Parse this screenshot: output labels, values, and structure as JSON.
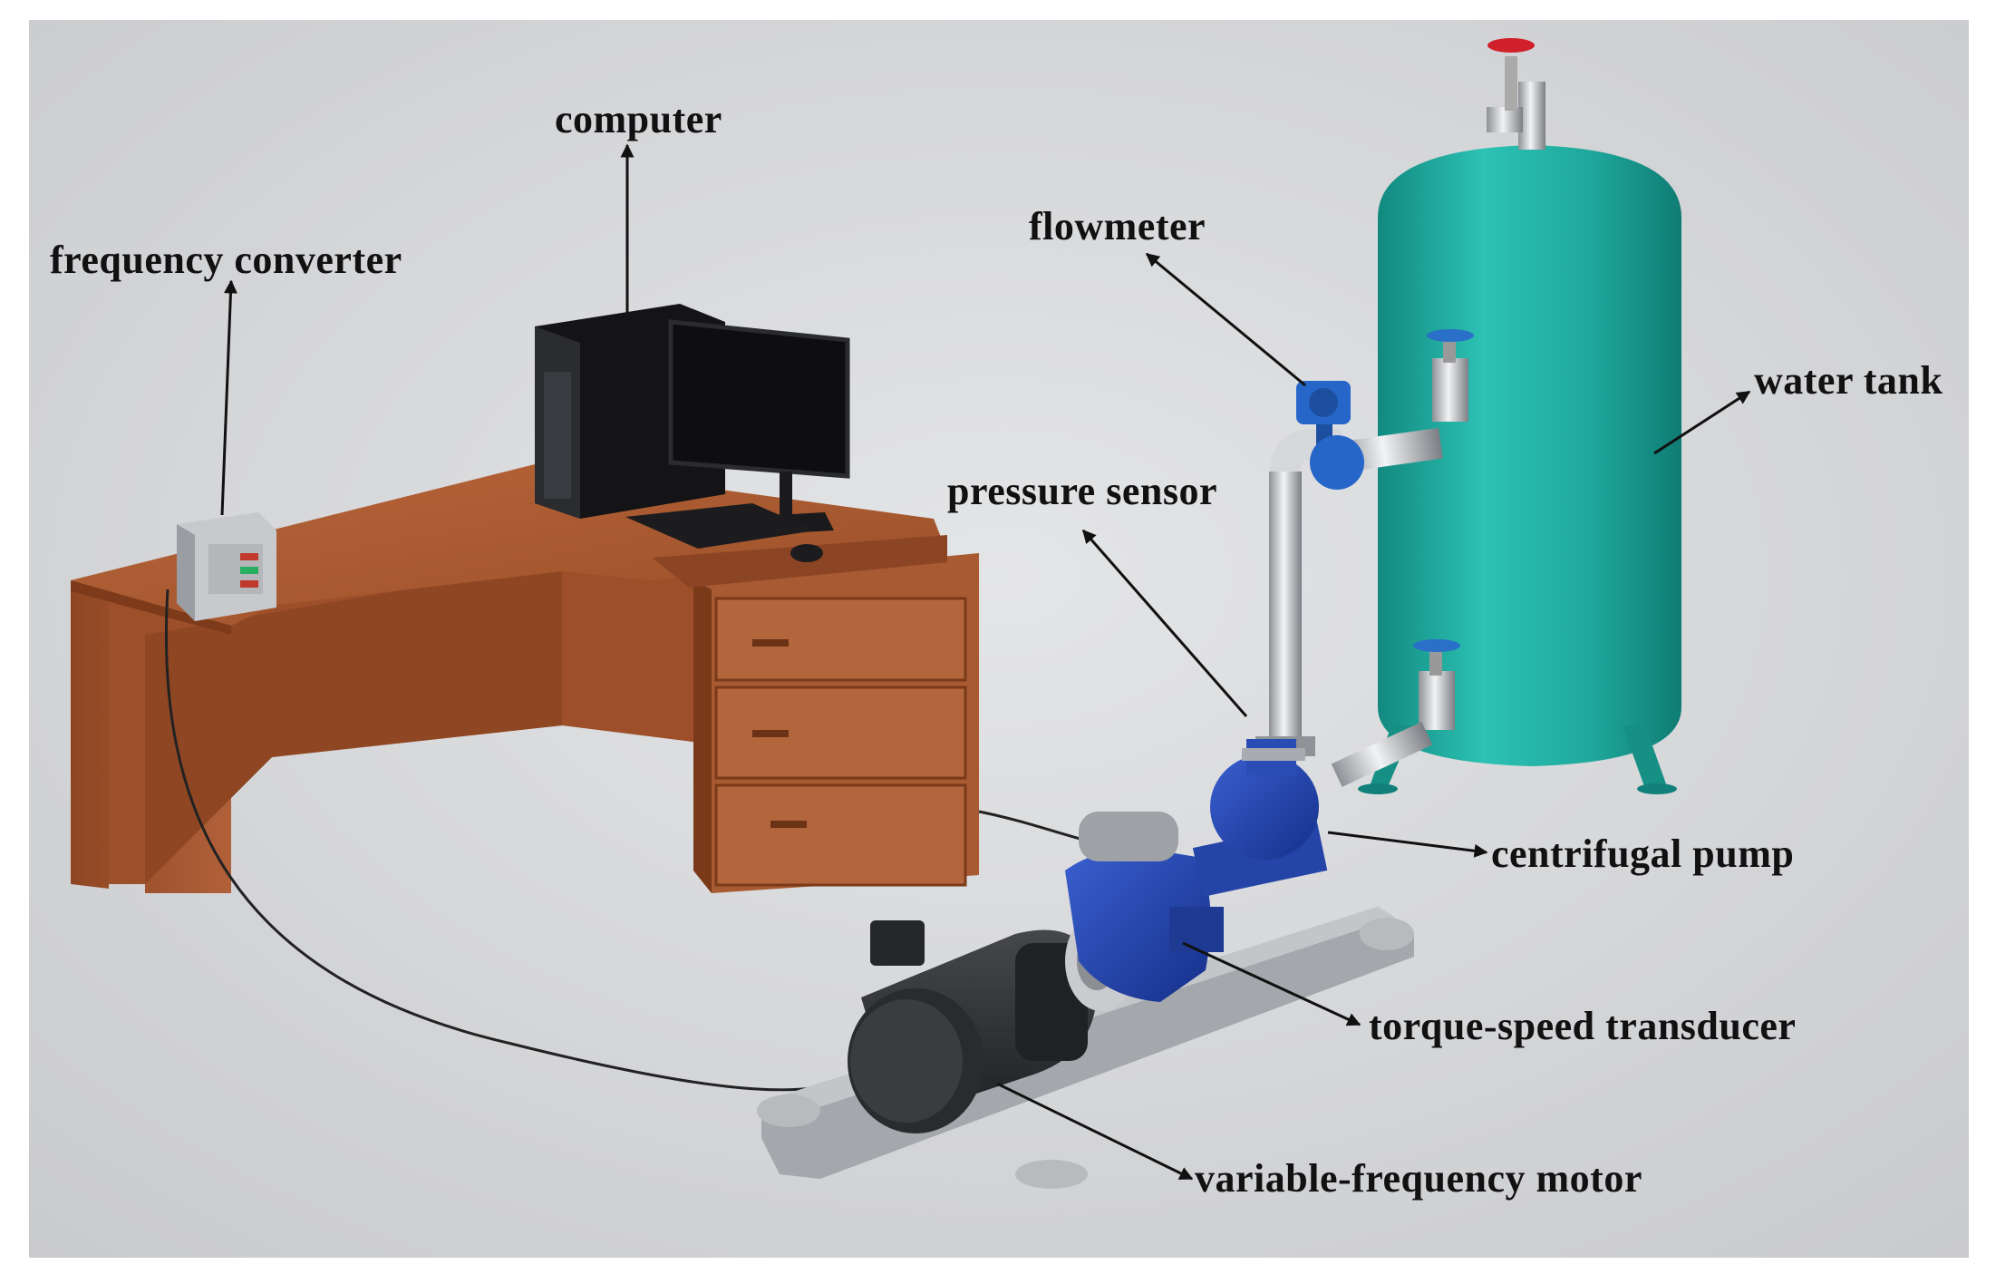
{
  "labels": {
    "computer": "computer",
    "frequency_converter": "frequency converter",
    "flowmeter": "flowmeter",
    "water_tank": "water tank",
    "pressure_sensor": "pressure sensor",
    "centrifugal_pump": "centrifugal pump",
    "torque_speed_transducer": "torque-speed transducer",
    "variable_frequency_motor": "variable-frequency motor"
  },
  "colors": {
    "background": "#d6d7d9",
    "desk": "#a4562c",
    "tank": "#1fa89c",
    "pump": "#1e3fa6",
    "motor": "#2c2d30",
    "base": "#9c9fa3",
    "computer": "#1c1c1e",
    "arrow": "#111111"
  }
}
